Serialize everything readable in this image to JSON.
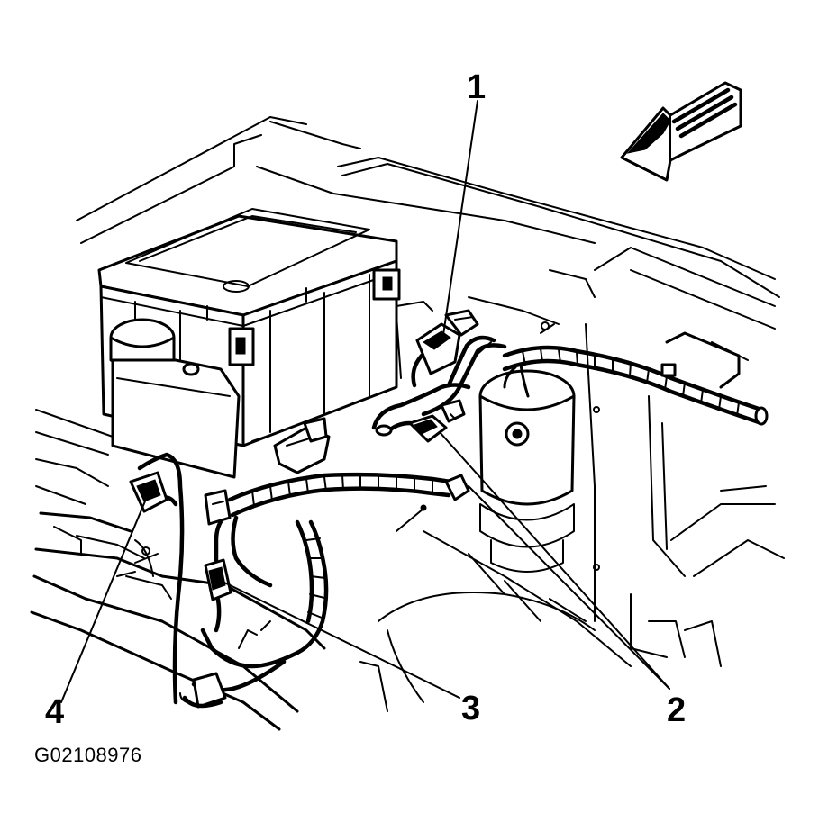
{
  "figure": {
    "figure_id": "G02108976"
  },
  "callouts": [
    {
      "id": "callout-1",
      "label": "1"
    },
    {
      "id": "callout-2",
      "label": "2"
    },
    {
      "id": "callout-3",
      "label": "3"
    },
    {
      "id": "callout-4",
      "label": "4"
    }
  ],
  "icons": {
    "direction_arrow": "front-direction-arrow-icon"
  },
  "colors": {
    "line": "#000000",
    "background": "#ffffff"
  }
}
